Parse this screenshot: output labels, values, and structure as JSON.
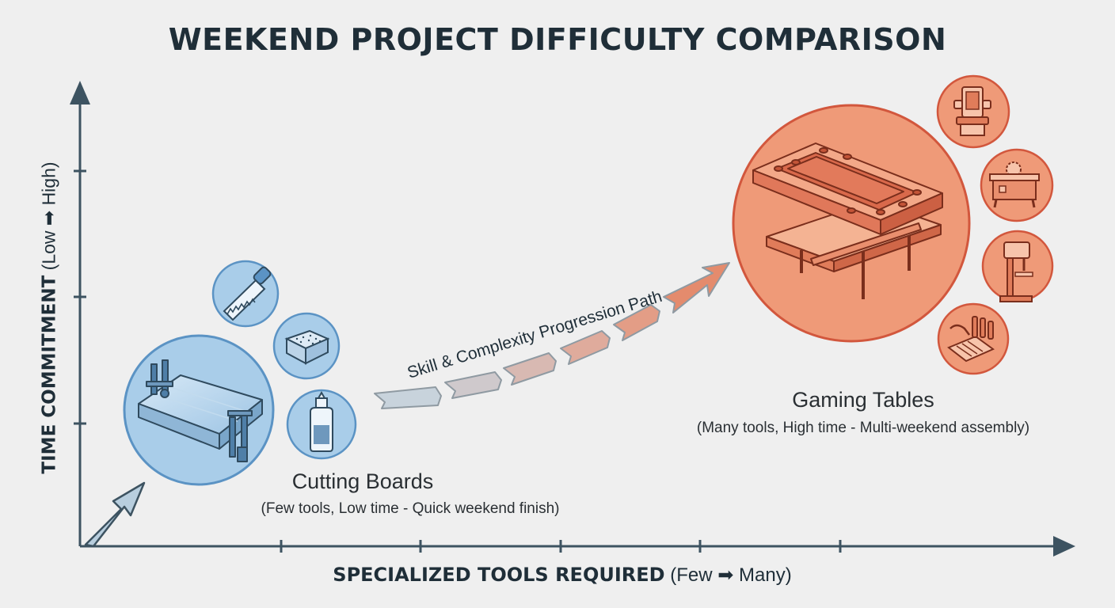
{
  "title": "WEEKEND PROJECT DIFFICULTY COMPARISON",
  "axes": {
    "x_label_bold": "SPECIALIZED TOOLS REQUIRED",
    "x_label_rest": " (Few ➡ Many)",
    "y_label_bold": "TIME COMMITMENT",
    "y_label_rest": " (Low ➡ High)"
  },
  "path_label": "Skill & Complexity Progression Path",
  "projects": {
    "cutting_boards": {
      "name": "Cutting Boards",
      "description": "(Few tools, Low time - Quick weekend finish)",
      "tools": [
        "hand-saw-icon",
        "sanding-block-icon",
        "glue-bottle-icon"
      ]
    },
    "gaming_tables": {
      "name": "Gaming Tables",
      "description": "(Many tools, High time - Multi-weekend assembly)",
      "tools": [
        "router-icon",
        "table-saw-icon",
        "drill-press-icon",
        "chisel-set-icon"
      ]
    }
  },
  "colors": {
    "background": "#efefef",
    "axis": "#3d5361",
    "text_dark": "#1f2e38",
    "blue_fill": "#a9cde9",
    "blue_stroke": "#5b93c4",
    "orange_fill": "#ef9a78",
    "orange_stroke": "#d2573d"
  }
}
